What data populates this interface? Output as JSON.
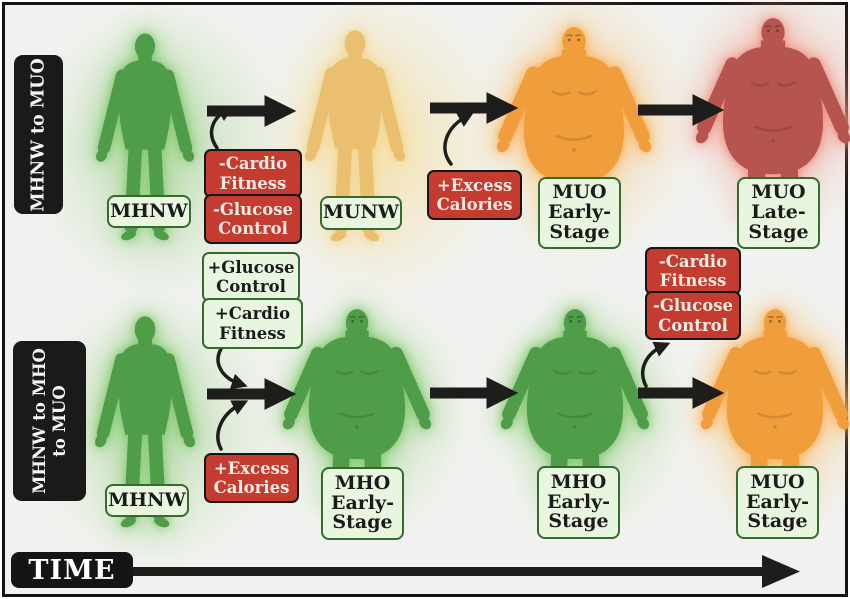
{
  "diagram": {
    "row1": {
      "side_label": "MHNW to MUO",
      "stages": {
        "mhnw": {
          "l1": "MHNW"
        },
        "munw": {
          "l1": "MUNW"
        },
        "muo_early": {
          "l1": "MUO",
          "l2": "Early-",
          "l3": "Stage"
        },
        "muo_late": {
          "l1": "MUO",
          "l2": "Late-",
          "l3": "Stage"
        }
      },
      "factors": {
        "cardio_loss": {
          "l1": "-Cardio",
          "l2": "Fitness"
        },
        "glucose_loss": {
          "l1": "-Glucose",
          "l2": "Control"
        },
        "excess_calories": {
          "l1": "+Excess",
          "l2": "Calories"
        }
      }
    },
    "between_rows": {
      "factors": {
        "glucose_gain": {
          "l1": "+Glucose",
          "l2": "Control"
        },
        "cardio_gain": {
          "l1": "+Cardio",
          "l2": "Fitness"
        }
      }
    },
    "row2": {
      "side_label_l1": "MHNW to MHO",
      "side_label_l2": "to MUO",
      "stages": {
        "mhnw": {
          "l1": "MHNW"
        },
        "mho_early_1": {
          "l1": "MHO",
          "l2": "Early-",
          "l3": "Stage"
        },
        "mho_early_2": {
          "l1": "MHO",
          "l2": "Early-",
          "l3": "Stage"
        },
        "muo_early": {
          "l1": "MUO",
          "l2": "Early-",
          "l3": "Stage"
        }
      },
      "factors": {
        "excess_calories": {
          "l1": "+Excess",
          "l2": "Calories"
        },
        "cardio_loss": {
          "l1": "-Cardio",
          "l2": "Fitness"
        },
        "glucose_loss": {
          "l1": "-Glucose",
          "l2": "Control"
        }
      }
    },
    "timeline": {
      "label": "TIME"
    },
    "colors": {
      "healthy_green": "#4f9d48",
      "munw_tan": "#eabf70",
      "muo_orange": "#f09d3c",
      "muo_late_red": "#b65450",
      "factor_red_bg": "#c43b2f",
      "label_green_bg": "#e9f6df",
      "label_green_border": "#356b2e",
      "arrow_black": "#1d1d1b"
    }
  }
}
